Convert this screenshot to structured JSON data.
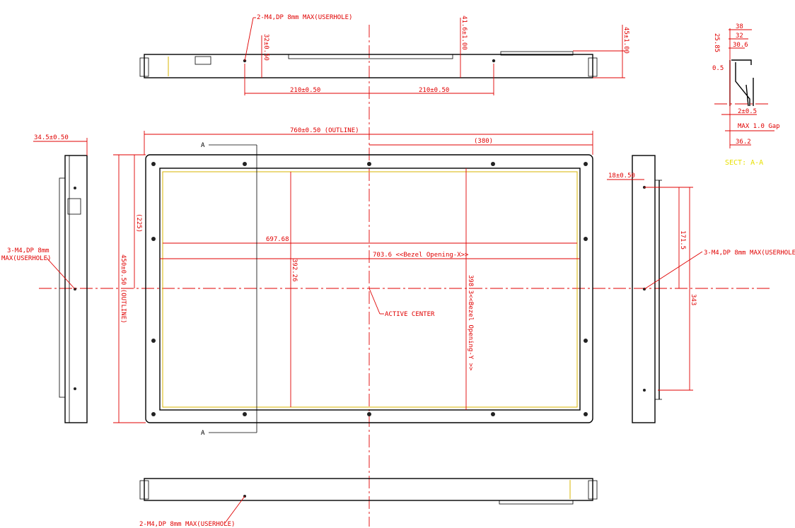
{
  "colors": {
    "dimension": "#e00000",
    "outline": "#000000",
    "active_area": "#d8b400",
    "section_label": "#e8e000"
  },
  "top_view": {
    "hole_note": "2-M4,DP 8mm MAX(USERHOLE)",
    "dim_hole_height": "32±0.50",
    "dim_depth_mid": "41.6±1.00",
    "dim_depth_max": "45±1.00",
    "dim_hole_left": "210±0.50",
    "dim_hole_right": "210±0.50"
  },
  "section": {
    "d38": "38",
    "d32": "32",
    "d30_6": "30.6",
    "d25_85": "25.85",
    "d0_5": "0.5",
    "gap_dim": "2±0.5",
    "gap_note": "MAX 1.0 Gap",
    "d36_2": "36.2",
    "title": "SECT: A-A"
  },
  "front_view": {
    "outline_width": "760±0.50 (OUTLINE)",
    "half_width": "(380)",
    "outline_height": "450±0.50 (OUTLINE)",
    "half_height": "(225)",
    "active_x": "697.68",
    "bezel_x": "703.6  <<Bezel Opening-X>>",
    "active_y": "392.26",
    "bezel_y": "398.3<<Bezel Opening-Y >>",
    "center_note": "ACTIVE CENTER",
    "section_mark_top": "A",
    "section_mark_bottom": "A"
  },
  "left_view": {
    "depth": "34.5±0.50",
    "hole_note_1": "3-M4,DP 8mm",
    "hole_note_2": "MAX(USERHOLE)"
  },
  "right_view": {
    "hole_offset": "18±0.50",
    "hole_note": "3-M4,DP 8mm MAX(USERHOLE)",
    "d171_5": "171.5",
    "d343": "343"
  },
  "bottom_view": {
    "hole_note": "2-M4,DP 8mm MAX(USERHOLE)"
  }
}
